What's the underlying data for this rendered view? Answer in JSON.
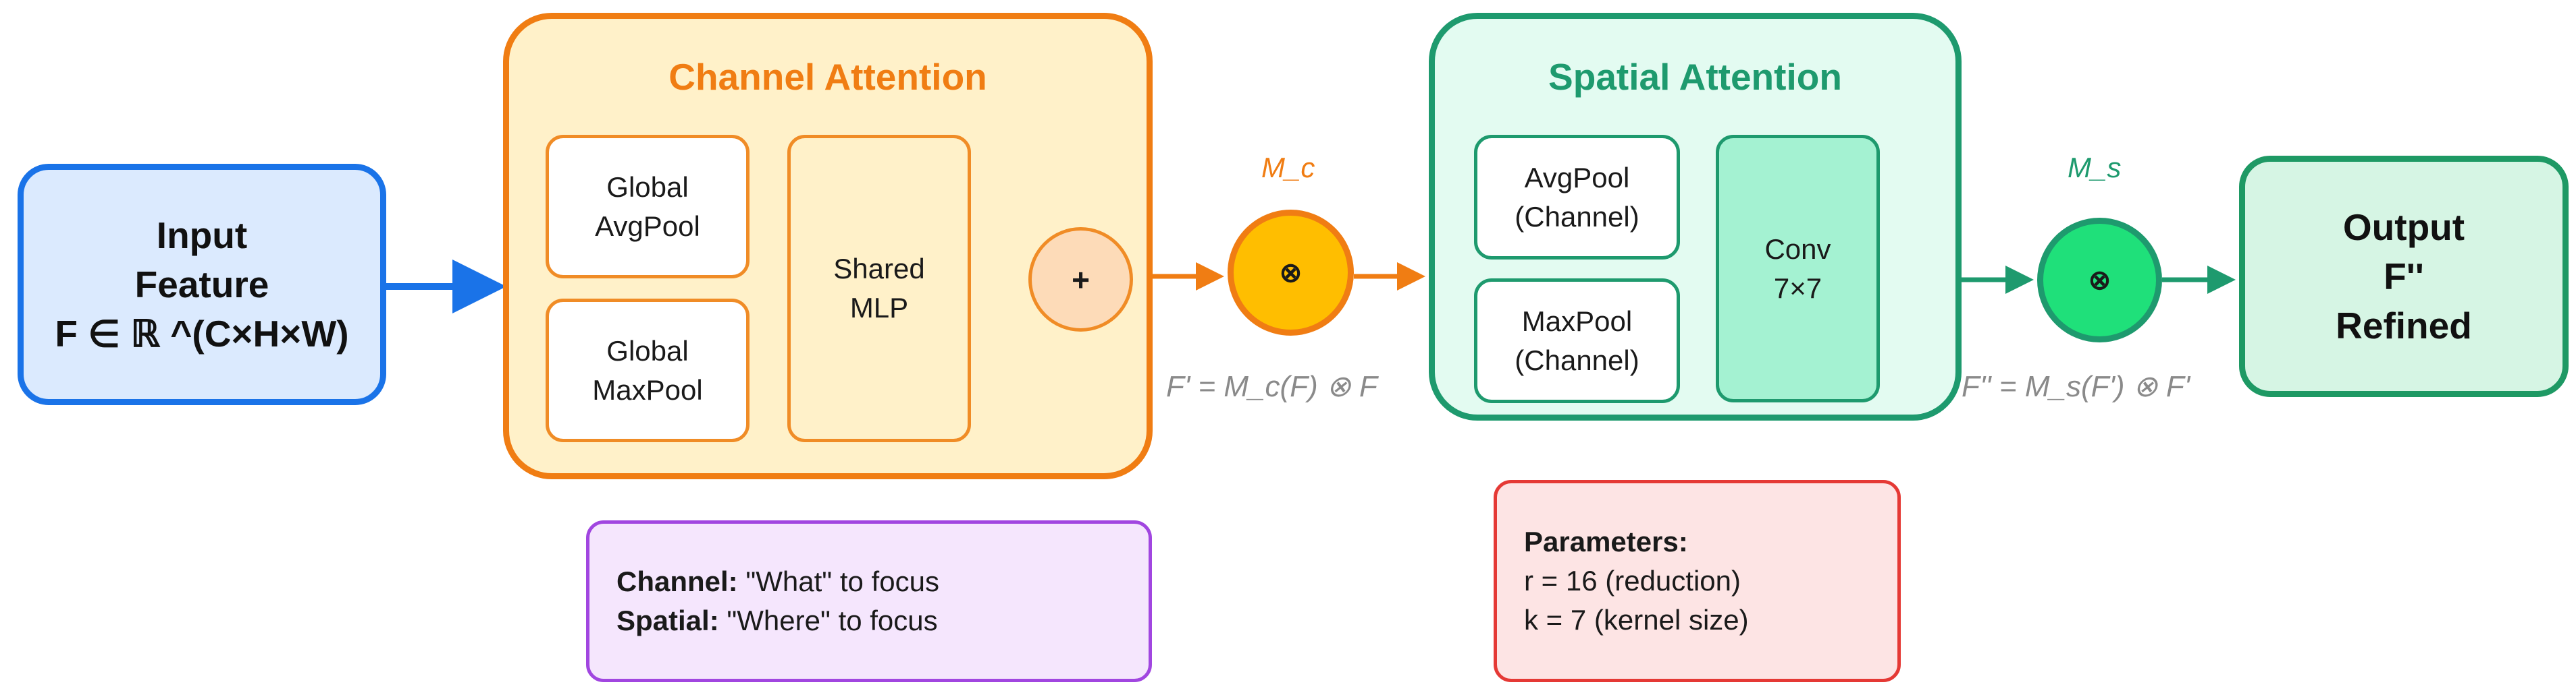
{
  "input": {
    "line1": "Input",
    "line2": "Feature",
    "line3": "F ∈ ℝ ^(C×H×W)"
  },
  "channel_attention": {
    "title": "Channel Attention",
    "avgpool": {
      "line1": "Global",
      "line2": "AvgPool"
    },
    "maxpool": {
      "line1": "Global",
      "line2": "MaxPool"
    },
    "mlp": {
      "line1": "Shared",
      "line2": "MLP"
    },
    "add_symbol": "+"
  },
  "mc": {
    "label": "M_c",
    "symbol": "⊗",
    "equation": "F' = M_c(F) ⊗ F"
  },
  "spatial_attention": {
    "title": "Spatial Attention",
    "avgpool": {
      "line1": "AvgPool",
      "line2": "(Channel)"
    },
    "maxpool": {
      "line1": "MaxPool",
      "line2": "(Channel)"
    },
    "conv": {
      "line1": "Conv",
      "line2": "7×7"
    }
  },
  "ms": {
    "label": "M_s",
    "symbol": "⊗",
    "equation": "F'' = M_s(F') ⊗ F'"
  },
  "output": {
    "line1": "Output",
    "line2": "F''",
    "line3": "Refined"
  },
  "note_focus": {
    "channel_key": "Channel:",
    "channel_text": " \"What\" to focus",
    "spatial_key": "Spatial:",
    "spatial_text": " \"Where\" to focus"
  },
  "note_params": {
    "title": "Parameters:",
    "line1": "r = 16 (reduction)",
    "line2": "k = 7 (kernel size)"
  },
  "colors": {
    "input_blue": "#1a73e8",
    "channel_orange": "#f07d13",
    "spatial_green": "#1e9a6e",
    "note_purple": "#a146e0",
    "note_red": "#e53935"
  }
}
